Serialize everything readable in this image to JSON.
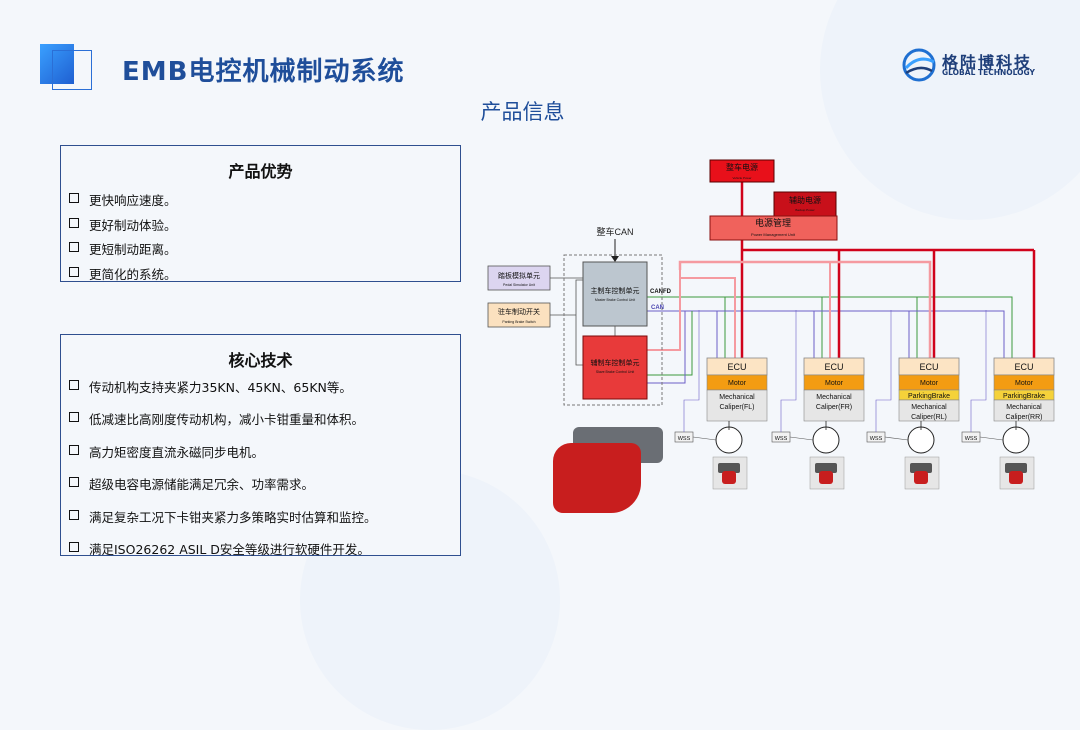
{
  "header": {
    "title": "EMB电控机械制动系统",
    "subtitle": "产品信息",
    "brand_cn": "格陆博科技",
    "brand_en": "GLOBAL TECHNOLOGY"
  },
  "advantages": {
    "title": "产品优势",
    "items": [
      "更快响应速度。",
      "更好制动体验。",
      "更短制动距离。",
      "更简化的系统。"
    ]
  },
  "core_tech": {
    "title": "核心技术",
    "items": [
      "传动机构支持夹紧力35KN、45KN、65KN等。",
      "低减速比高刚度传动机构，减小卡钳重量和体积。",
      "高力矩密度直流永磁同步电机。",
      "超级电容电源储能满足冗余、功率需求。",
      "满足复杂工况下卡钳夹紧力多策略实时估算和监控。",
      "满足ISO26262 ASIL D安全等级进行软硬件开发。"
    ]
  },
  "diagram": {
    "vehicle_power": "整车电源",
    "vehicle_power_en": "Vehicle Power",
    "backup_power": "辅助电源",
    "backup_power_en": "Backup Power",
    "power_mgmt": "电源管理",
    "power_mgmt_en": "Power Management Unit",
    "vehicle_can": "整车CAN",
    "pedal": "踏板模拟单元",
    "pedal_en": "Pedal Simulator Unit",
    "parking_switch": "驻车制动开关",
    "parking_switch_en": "Parking Brake Switch",
    "master": "主制车控制单元",
    "master_en": "Master Brake Control Unit",
    "slave": "辅制车控制单元",
    "slave_en": "Slave Brake Control Unit",
    "canfd": "CANFD",
    "can": "CAN",
    "ecu": "ECU",
    "motor": "Motor",
    "parking_brake": "ParkingBrake",
    "mechanical": "Mechanical",
    "wss": "WSS",
    "calipers": [
      "Caliper(FL)",
      "Caliper(FR)",
      "Caliper(RL)",
      "Caliper(RR)"
    ]
  },
  "colors": {
    "title_blue": "#1f4e9a",
    "power_red": "#d0021b",
    "canfd_green": "#3c9a3c",
    "can_purple": "#6c5fc7",
    "ecu_fill": "#fce4c4",
    "motor_fill": "#f39c12",
    "parking_fill": "#f5d23a",
    "mech_fill": "#e6e6e6"
  }
}
